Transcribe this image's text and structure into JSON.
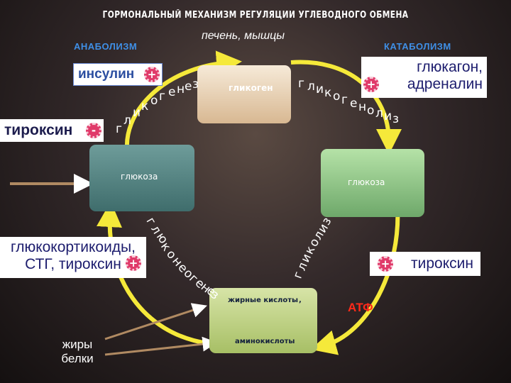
{
  "title": "ГОРМОНАЛЬНЫЙ МЕХАНИЗМ РЕГУЛЯЦИИ УГЛЕВОДНОГО ОБМЕНА",
  "headers": {
    "anabolism": "АНАБОЛИЗМ",
    "catabolism": "КАТАБОЛИЗМ",
    "organs": "печень, мышцы"
  },
  "hormones": {
    "insulin": "инсулин",
    "thyroxin_left": "тироксин",
    "glucagon_line1": "глюкагон,",
    "glucagon_line2": "адреналин",
    "glucocorticoids_line1": "глюкокортикоиды,",
    "glucocorticoids_line2": "СТГ, тироксин",
    "thyroxin_right": "тироксин"
  },
  "signs": {
    "insulin": "+",
    "thyroxin_left": "-",
    "glucagon": "+",
    "glucocorticoids": "+",
    "thyroxin_right": "+"
  },
  "nodes": {
    "glycogen": "гликоген",
    "glucose_left": "глюкоза",
    "glucose_right": "глюкоза",
    "fatty_acids": "жирные кислоты",
    "fatty_acids_suffix": ",",
    "amino_acids": "аминокислоты"
  },
  "processes": {
    "glycogenesis": [
      "г",
      "л",
      "и",
      "к",
      "о",
      "г",
      "е",
      "н",
      "е",
      "з"
    ],
    "glycogenolysis": [
      "г",
      "л",
      "и",
      "к",
      "о",
      "г",
      "е",
      "н",
      "о",
      "л",
      "и",
      "з"
    ],
    "gluconeogenesis": [
      "г",
      "л",
      "ю",
      "к",
      "о",
      "н",
      "е",
      "о",
      "г",
      "е",
      "н",
      "е",
      "з"
    ],
    "glycolysis": [
      "г",
      "л",
      "и",
      "к",
      "о",
      "л",
      "и",
      "з"
    ]
  },
  "sources": {
    "fats": "жиры",
    "proteins": "белки"
  },
  "atp": "АТФ",
  "colors": {
    "cycle": "#f5e93a",
    "sign": "#e03a6a",
    "accent_blue": "#3f8fe6",
    "atp": "#ff2a1a",
    "arrow_brown": "#b08a62"
  }
}
